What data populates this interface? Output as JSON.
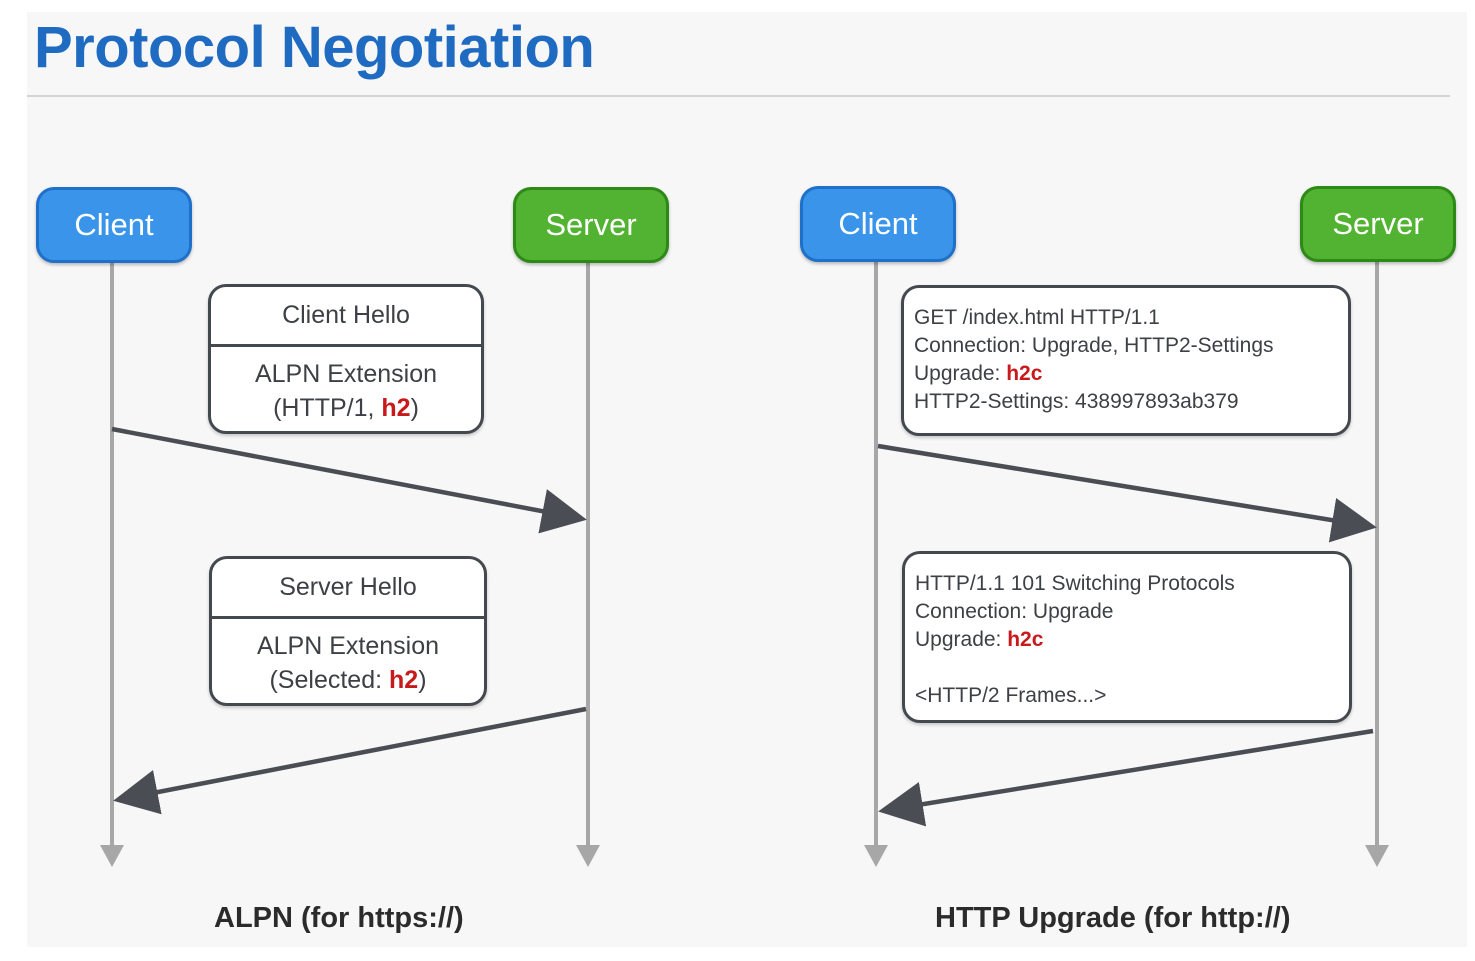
{
  "title": "Protocol Negotiation",
  "colors": {
    "title": "#1f6bc1",
    "client": "#3a95ea",
    "server": "#52b231",
    "highlight": "#c8191b",
    "lifeline": "#a7a7a7",
    "arrow": "#4a4e54"
  },
  "alpn": {
    "client_label": "Client",
    "server_label": "Server",
    "client_hello": {
      "head": "Client Hello",
      "line1": "ALPN Extension",
      "line2_pre": "(HTTP/1, ",
      "line2_hl": "h2",
      "line2_post": ")"
    },
    "server_hello": {
      "head": "Server Hello",
      "line1": "ALPN Extension",
      "line2_pre": "(Selected: ",
      "line2_hl": "h2",
      "line2_post": ")"
    },
    "caption": "ALPN (for https://)"
  },
  "upgrade": {
    "client_label": "Client",
    "server_label": "Server",
    "request": {
      "line1": "GET /index.html HTTP/1.1",
      "line2": "Connection: Upgrade, HTTP2-Settings",
      "line3_pre": "Upgrade: ",
      "line3_hl": "h2c",
      "line4": "HTTP2-Settings: 438997893ab379"
    },
    "response": {
      "line1": "HTTP/1.1 101 Switching Protocols",
      "line2": "Connection: Upgrade",
      "line3_pre": "Upgrade: ",
      "line3_hl": "h2c",
      "line5": "<HTTP/2 Frames...>"
    },
    "caption": "HTTP Upgrade (for http://)"
  }
}
